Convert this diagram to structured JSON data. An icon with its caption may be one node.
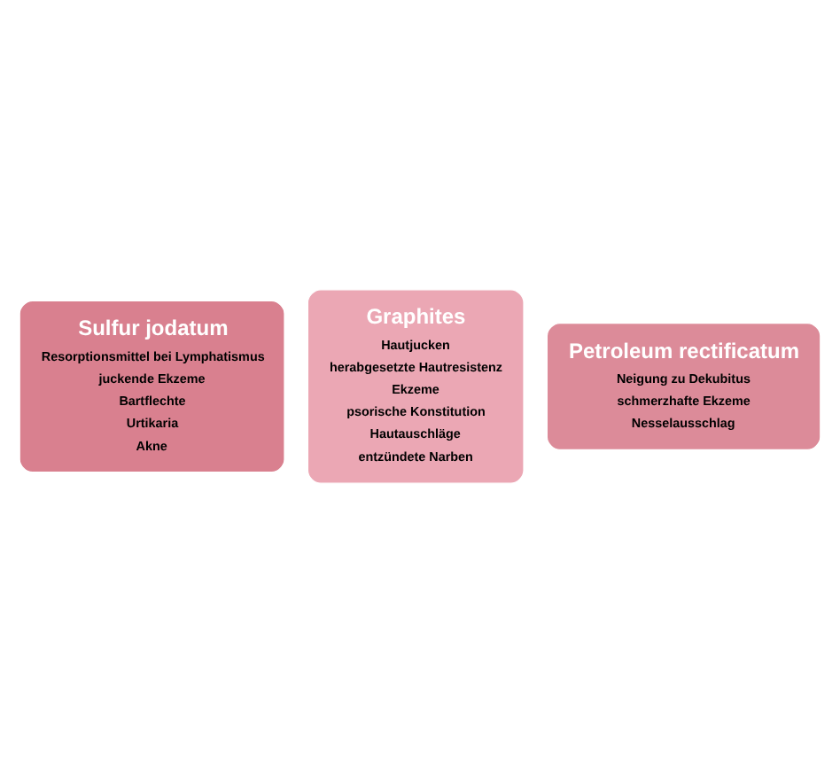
{
  "diagram": {
    "nodes": [
      {
        "text": [
          "Sulfur jodatum",
          "Resorptionsmittel bei Lymphatismus",
          "juckende Ekzeme",
          "Bartflechte",
          "Urtikaria",
          "Akne"
        ]
      },
      {
        "text": [
          "Graphites",
          "Hautjucken",
          "herabgesetzte Hautresistenz",
          "Ekzeme",
          "psorische Konstitution",
          "Hautauschläge",
          "entzündete Narben"
        ]
      },
      {
        "text": [
          "Petroleum rectificatum",
          "Neigung zu Dekubitus",
          "schmerzhafte Ekzeme",
          "Nesselausschlag"
        ]
      }
    ]
  }
}
